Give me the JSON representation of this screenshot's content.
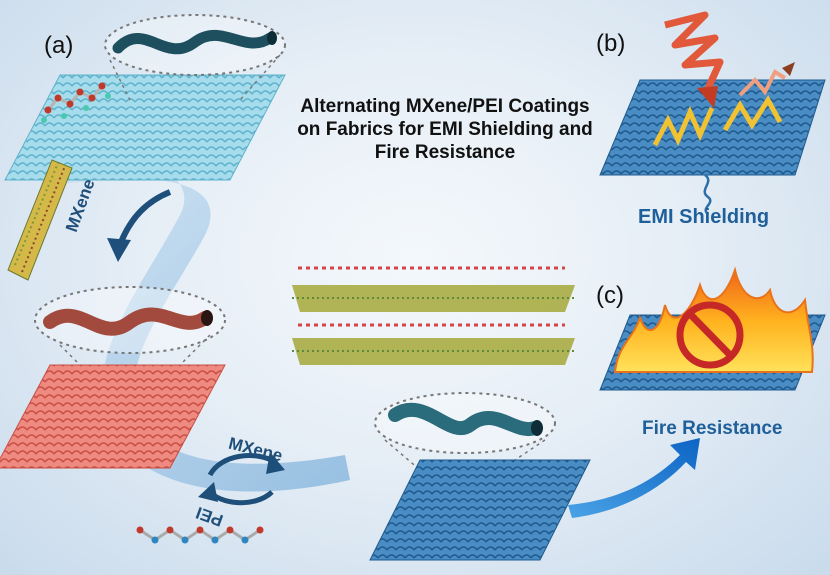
{
  "panel_labels": {
    "a": "(a)",
    "b": "(b)",
    "c": "(c)"
  },
  "title": "Alternating MXene/PEI Coatings on Fabrics for EMI Shielding and Fire Resistance",
  "labels": {
    "mxene_top": "MXene",
    "mxene_bottom": "MXene",
    "pei": "PEI",
    "emi_shielding": "EMI Shielding",
    "fire_resistance": "Fire Resistance"
  },
  "colors": {
    "fabric_light": "#8fd4e6",
    "fabric_red": "#e8756c",
    "fabric_blue": "#3f7fb6",
    "fiber_dark": "#1e4f5e",
    "fiber_red": "#a34a3e",
    "flame": "#f59a1a",
    "caption_blue": "#1f5f9a"
  }
}
